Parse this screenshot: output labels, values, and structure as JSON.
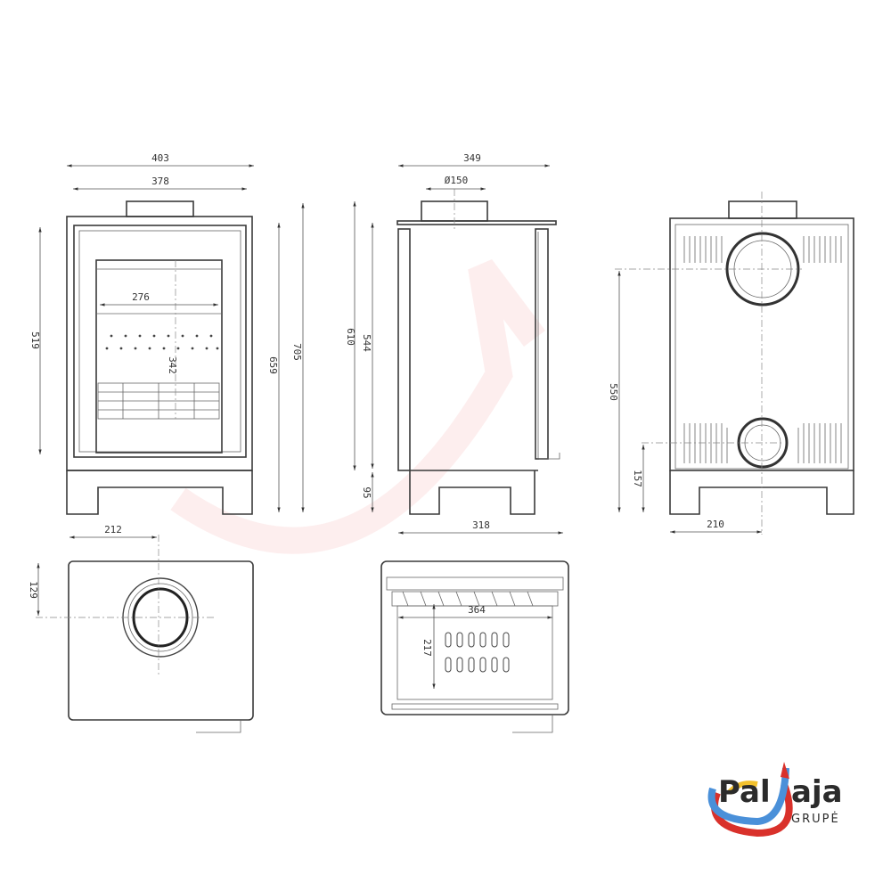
{
  "drawing": {
    "front_view": {
      "overall_width": "403",
      "inner_width": "378",
      "window_width": "276",
      "window_height": "342",
      "door_height": "519",
      "body_height": "659",
      "overall_height": "705"
    },
    "side_view": {
      "overall_depth": "349",
      "flue_diameter": "Ø150",
      "flue_height": "610",
      "body_height": "544",
      "leg_height": "95",
      "base_depth": "318"
    },
    "back_view": {
      "upper_outlet_height": "550",
      "lower_inlet_height": "157",
      "inlet_offset": "210"
    },
    "top_view": {
      "flue_offset_x": "212",
      "flue_offset_y": "129"
    },
    "bottom_view": {
      "width": "364",
      "depth": "217"
    }
  },
  "logo": {
    "name_left": "Pal",
    "name_right": "aja",
    "subtitle": "GRUPĖ",
    "colors": {
      "blue": "#4a90d9",
      "red": "#d9312b",
      "yellow": "#f2c12e"
    }
  }
}
